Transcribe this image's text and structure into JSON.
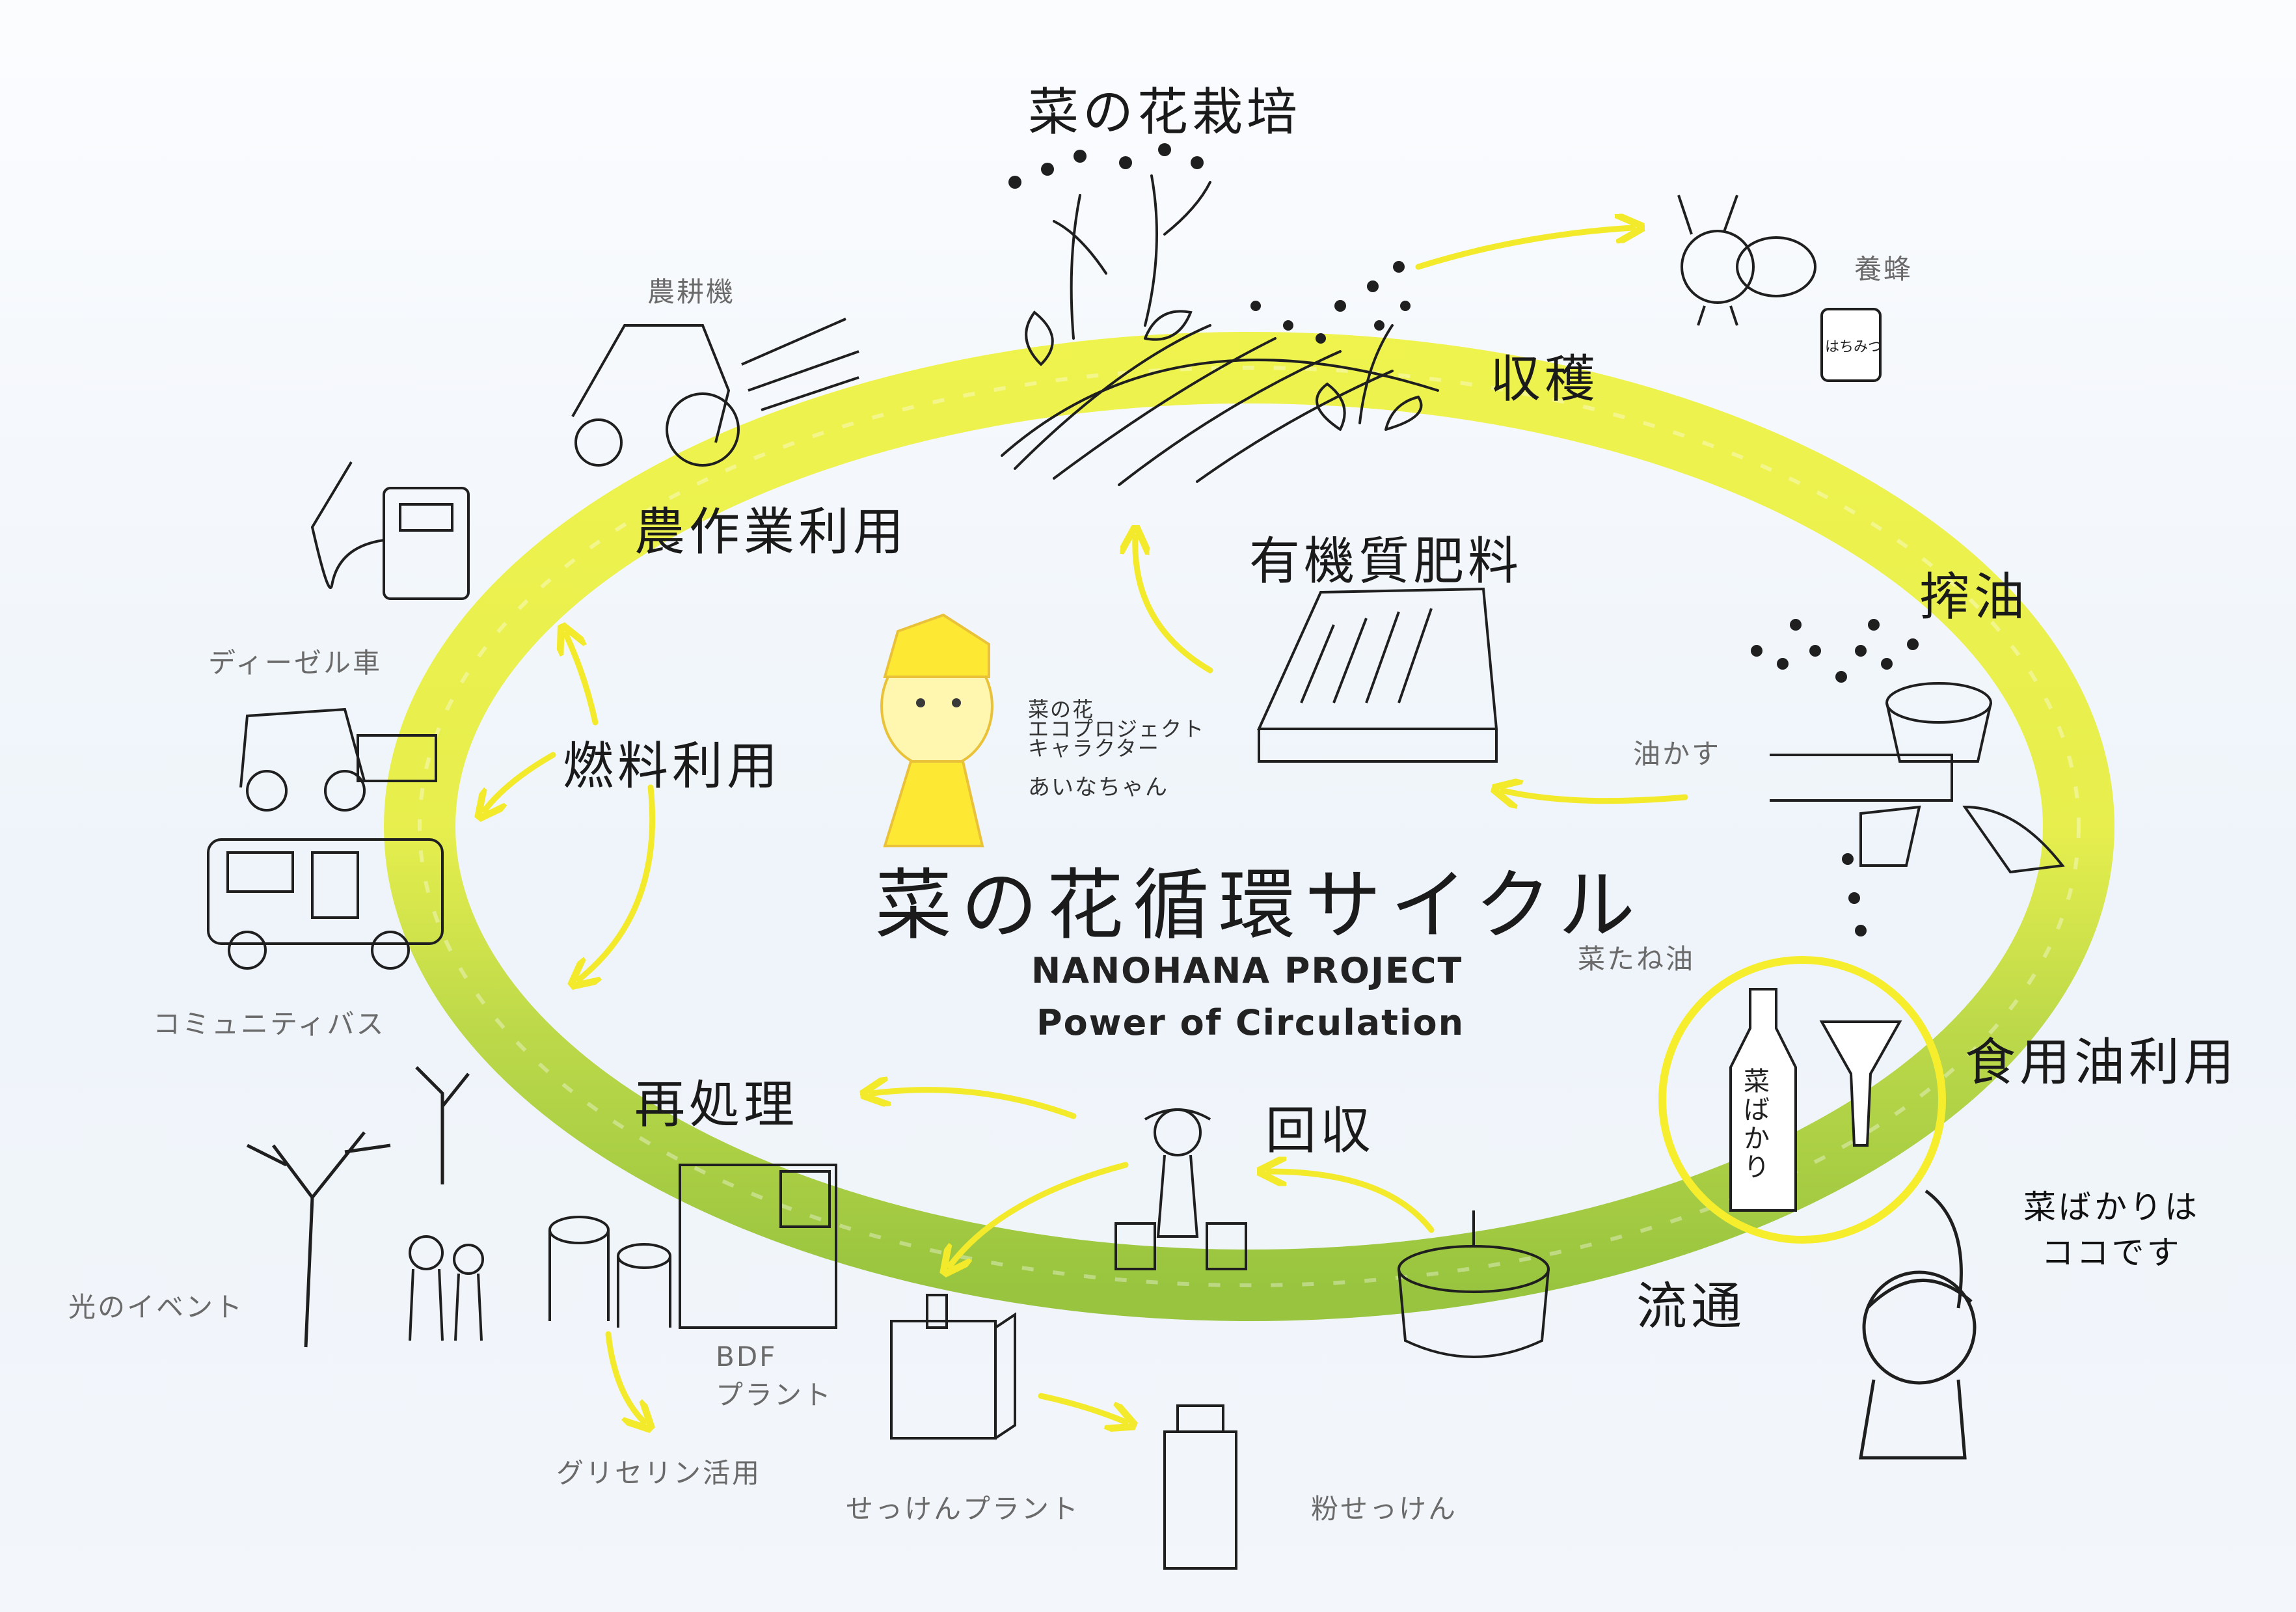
{
  "title": "菜の花循環サイクル",
  "subtitle_line1": "NANOHANA PROJECT",
  "subtitle_line2": "Power of Circulation",
  "colors": {
    "ring_yellow": "#eef23a",
    "ring_green": "#8fbf2a",
    "arrow": "#f3ea2b",
    "ink": "#1f1f1f"
  },
  "stages": {
    "cultivation": "菜の花栽培",
    "harvest": "収穫",
    "pressing": "搾油",
    "edible_oil": "食用油利用",
    "distribution": "流通",
    "collection": "回収",
    "reprocessing": "再処理",
    "fuel": "燃料利用",
    "farm_use": "農作業利用",
    "fertilizer": "有機質肥料"
  },
  "items": {
    "beekeeping": "養蜂",
    "tractor": "農耕機",
    "diesel_car": "ディーゼル車",
    "community_bus": "コミュニティバス",
    "light_event": "光のイベント",
    "bdf_plant_1": "BDF",
    "bdf_plant_2": "プラント",
    "glycerin": "グリセリン活用",
    "soap_plant": "せっけんプラント",
    "powder_soap": "粉せっけん",
    "oil_cake": "油かす",
    "rapeseed_oil": "菜たね油"
  },
  "character": {
    "line1": "菜の花",
    "line2": "エコプロジェクト",
    "line3": "キャラクター",
    "name": "あいなちゃん"
  },
  "callout": "菜ばかりは\nココです",
  "bottle_label": "菜ばかり",
  "jar_label": "はちみつ"
}
